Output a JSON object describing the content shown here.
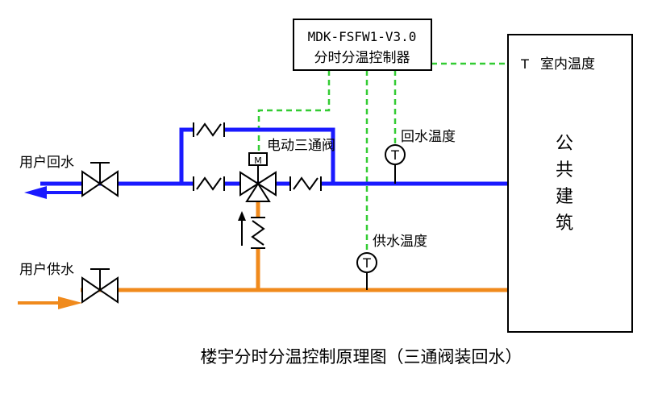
{
  "controller": {
    "model": "MDK-FSFW1-V3.0",
    "name": "分时分温控制器"
  },
  "building": {
    "label_chars": [
      "公",
      "共",
      "建",
      "筑"
    ]
  },
  "sensors": {
    "indoor": {
      "symbol": "T",
      "label": "室内温度"
    },
    "return": {
      "symbol": "T",
      "label": "回水温度"
    },
    "supply": {
      "symbol": "T",
      "label": "供水温度"
    }
  },
  "valve": {
    "motor_symbol": "M",
    "label": "电动三通阀"
  },
  "pipes": {
    "return_label": "用户回水",
    "supply_label": "用户供水"
  },
  "caption": "楼宇分时分温控制原理图（三通阀装回水）",
  "colors": {
    "return_pipe": "#1a1aff",
    "supply_pipe": "#f08a1c",
    "signal": "#33cc33"
  }
}
